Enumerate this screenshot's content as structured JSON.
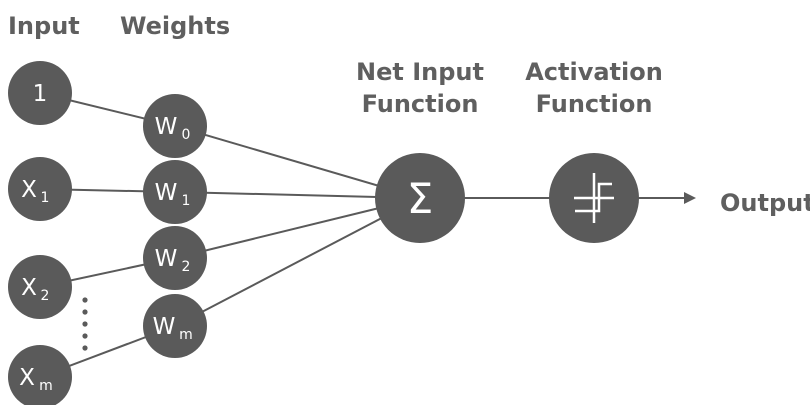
{
  "headers": {
    "input": "Input",
    "weights": "Weights",
    "net_input_line1": "Net Input",
    "net_input_line2": "Function",
    "activation_line1": "Activation",
    "activation_line2": "Function",
    "output": "Output"
  },
  "inputs": [
    {
      "base": "1",
      "sub": ""
    },
    {
      "base": "X",
      "sub": "1"
    },
    {
      "base": "X",
      "sub": "2"
    },
    {
      "base": "X",
      "sub": "m"
    }
  ],
  "weights": [
    {
      "base": "W",
      "sub": "0"
    },
    {
      "base": "W",
      "sub": "1"
    },
    {
      "base": "W",
      "sub": "2"
    },
    {
      "base": "W",
      "sub": "m"
    }
  ],
  "net_input_symbol": "Σ",
  "activation_icon": "step-function-icon",
  "colors": {
    "node_fill": "#5a5a5a",
    "line": "#5a5a5a",
    "text": "#5f5f5f",
    "node_text": "#ffffff"
  }
}
